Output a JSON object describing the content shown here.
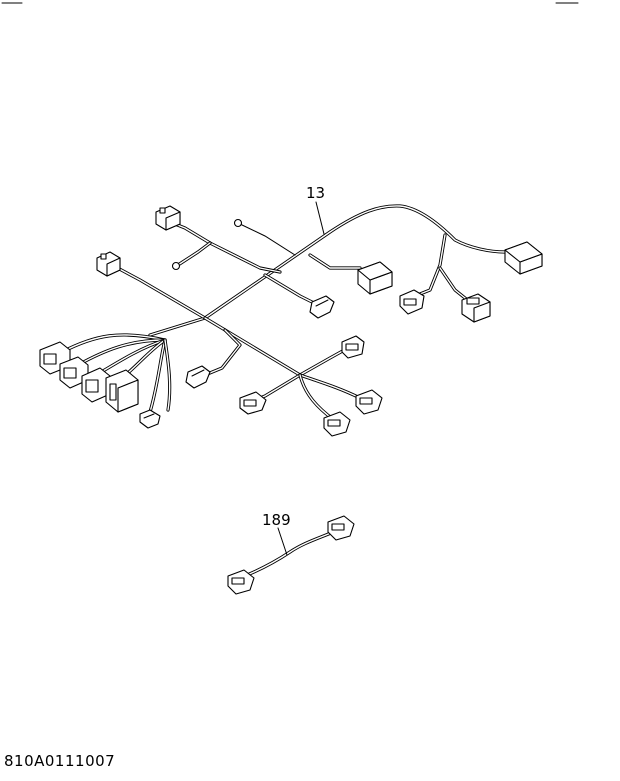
{
  "callouts": {
    "harness_main": "13",
    "harness_sub": "189"
  },
  "drawing_code": "810A0111007",
  "colors": {
    "line": "#000000",
    "background": "#ffffff"
  }
}
